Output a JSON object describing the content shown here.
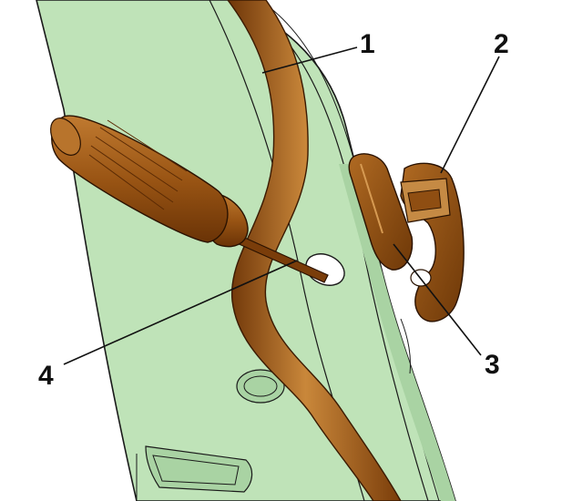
{
  "figure": {
    "callouts": [
      {
        "id": "1",
        "text": "1"
      },
      {
        "id": "2",
        "text": "2"
      },
      {
        "id": "3",
        "text": "3"
      },
      {
        "id": "4",
        "text": "4"
      }
    ]
  },
  "colors": {
    "panel": "#bfe3b8",
    "panel_shadow": "#a9d3a3",
    "outline": "#1a1a1a",
    "brown": "#8a4a10",
    "brown_light": "#c9873a",
    "background": "#ffffff"
  },
  "icons": {
    "tool": "screwdriver-icon",
    "seal": "door-seal-strip",
    "clip": "retainer-clip-icon",
    "holder": "clip-holder-icon"
  }
}
